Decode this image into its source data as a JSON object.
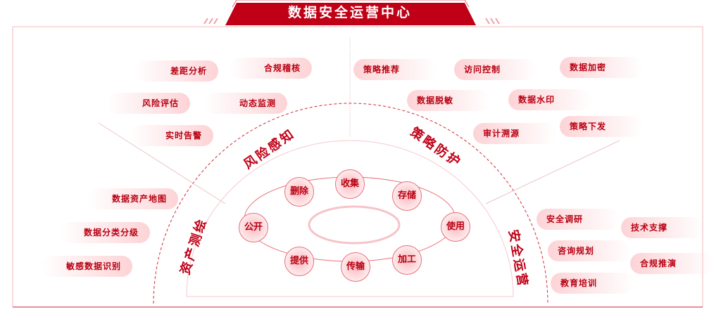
{
  "title": "数据安全运营中心",
  "sections": {
    "risk": "风险感知",
    "policy": "策略防护",
    "asset": "资产测绘",
    "ops": "安全运营"
  },
  "left_pills": [
    "差距分析",
    "合规稽核",
    "风险评估",
    "动态监测",
    "实时告警",
    "数据资产地图",
    "数据分类分级",
    "敏感数据识别"
  ],
  "right_pills": [
    "策略推荐",
    "访问控制",
    "数据加密",
    "数据脱敏",
    "数据水印",
    "审计溯源",
    "策略下发",
    "安全调研",
    "技术支撑",
    "咨询规划",
    "合规推演",
    "教育培训"
  ],
  "lifecycle": [
    "收集",
    "存储",
    "使用",
    "加工",
    "传输",
    "提供",
    "公开",
    "删除"
  ],
  "colors": {
    "accent": "#c00016",
    "pill": "#fdd3d6"
  }
}
